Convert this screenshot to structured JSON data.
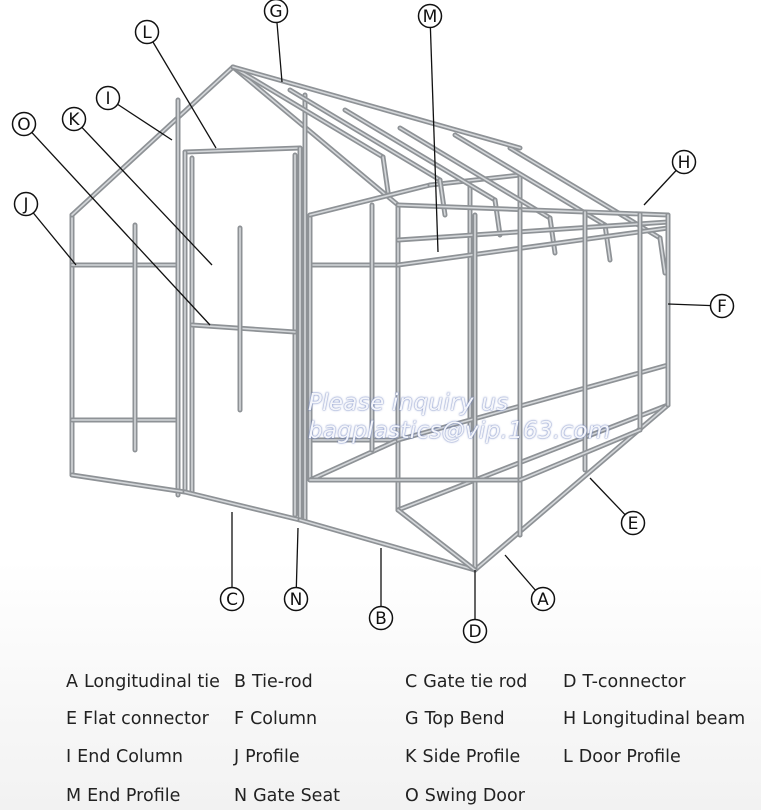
{
  "callouts": [
    "A",
    "B",
    "C",
    "D",
    "E",
    "F",
    "G",
    "H",
    "I",
    "J",
    "K",
    "L",
    "M",
    "N",
    "O"
  ],
  "watermark": {
    "line1": "Please inquiry us",
    "line2": "bagplastics@vip.163.com"
  },
  "legend": [
    {
      "key": "A",
      "label": "Longitudinal tie"
    },
    {
      "key": "B",
      "label": "Tie-rod"
    },
    {
      "key": "C",
      "label": "Gate tie rod"
    },
    {
      "key": "D",
      "label": "T-connector"
    },
    {
      "key": "E",
      "label": "Flat connector"
    },
    {
      "key": "F",
      "label": "Column"
    },
    {
      "key": "G",
      "label": "Top Bend"
    },
    {
      "key": "H",
      "label": "Longitudinal beam"
    },
    {
      "key": "I",
      "label": "End Column"
    },
    {
      "key": "J",
      "label": "Profile"
    },
    {
      "key": "K",
      "label": "Side Profile"
    },
    {
      "key": "L",
      "label": "Door Profile"
    },
    {
      "key": "M",
      "label": "End Profile"
    },
    {
      "key": "N",
      "label": "Gate Seat"
    },
    {
      "key": "O",
      "label": "Swing Door"
    }
  ],
  "colors": {
    "pipe": "#8e9296",
    "pipe_highlight": "#d4d7da",
    "ink": "#111111"
  }
}
